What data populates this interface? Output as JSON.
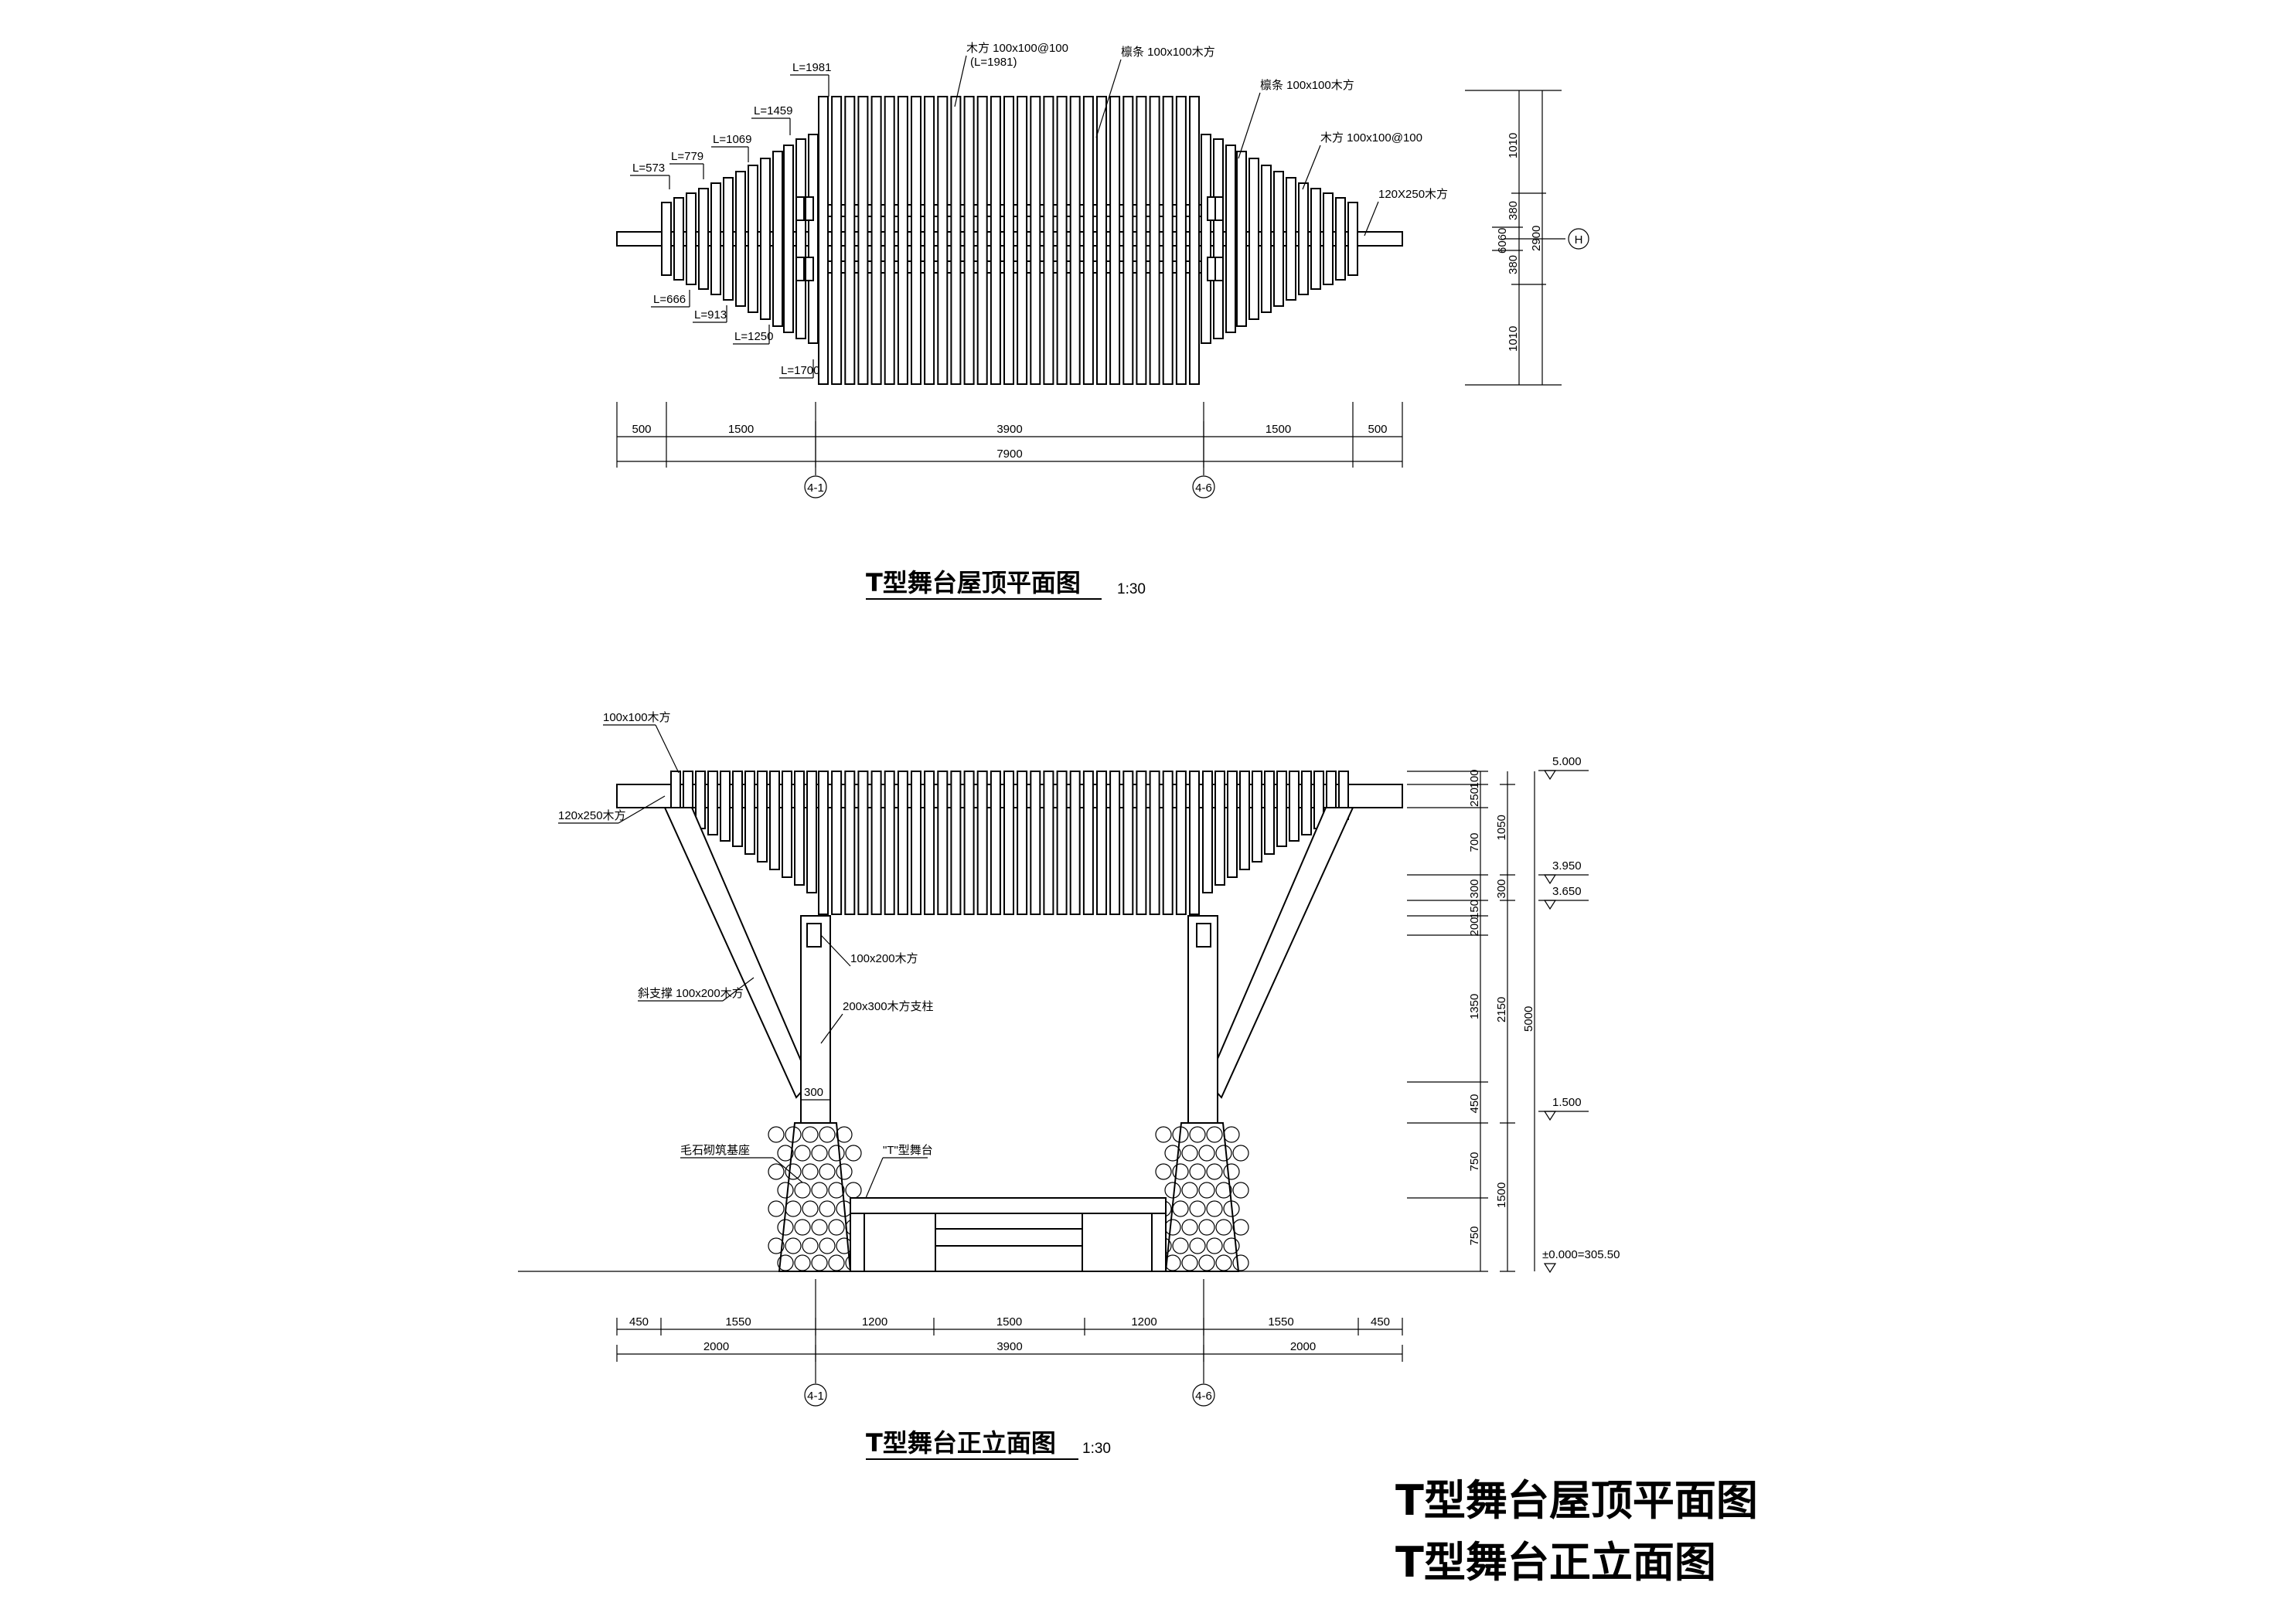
{
  "plan": {
    "title": "T型舞台屋顶平面图",
    "scale": "1:30",
    "labels": {
      "mufang_top": "木方 100x100@100",
      "mufang_top_l": "(L=1981)",
      "liangtiao1": "檩条 100x100木方",
      "liangtiao2": "檩条 100x100木方",
      "mufang_right": "木方 100x100@100",
      "beam_right": "120X250木方",
      "L1981": "L=1981",
      "L1459": "L=1459",
      "L1069": "L=1069",
      "L779": "L=779",
      "L573": "L=573",
      "L666": "L=666",
      "L913": "L=913",
      "L1250": "L=1250",
      "L1700": "L=1700"
    },
    "dims_h": [
      "500",
      "1500",
      "3900",
      "1500",
      "500"
    ],
    "dims_total": "7900",
    "dims_v": [
      "1010",
      "380",
      "380",
      "1010"
    ],
    "dim_v_mid": "6060",
    "dim_v_total": "2900",
    "axis_right": "H",
    "axis_left": "4-1",
    "axis_right2": "4-6"
  },
  "elev": {
    "title": "T型舞台正立面图",
    "scale": "1:30",
    "labels": {
      "top": "100x100木方",
      "beam": "120x250木方",
      "brace": "斜支撑 100x200木方",
      "beam2": "100x200木方",
      "column": "200x300木方支柱",
      "stone": "毛石砌筑基座",
      "stage": "\"T\"型舞台",
      "w300": "300"
    },
    "dims_h1": [
      "450",
      "1550",
      "1200",
      "1500",
      "1200",
      "1550",
      "450"
    ],
    "dims_h2": [
      "2000",
      "3900",
      "2000"
    ],
    "dims_v1": [
      "100",
      "250",
      "700",
      "300",
      "150",
      "200",
      "1350",
      "450",
      "750",
      "750"
    ],
    "dims_v2": [
      "1050",
      "300",
      "2150",
      "1500"
    ],
    "dim_v_total": "5000",
    "levels": [
      "5.000",
      "3.950",
      "3.650",
      "1.500",
      "±0.000=305.50"
    ],
    "axis_left": "4-1",
    "axis_right": "4-6"
  },
  "sheet": {
    "title1": "T型舞台屋顶平面图",
    "title2": "T型舞台正立面图"
  }
}
